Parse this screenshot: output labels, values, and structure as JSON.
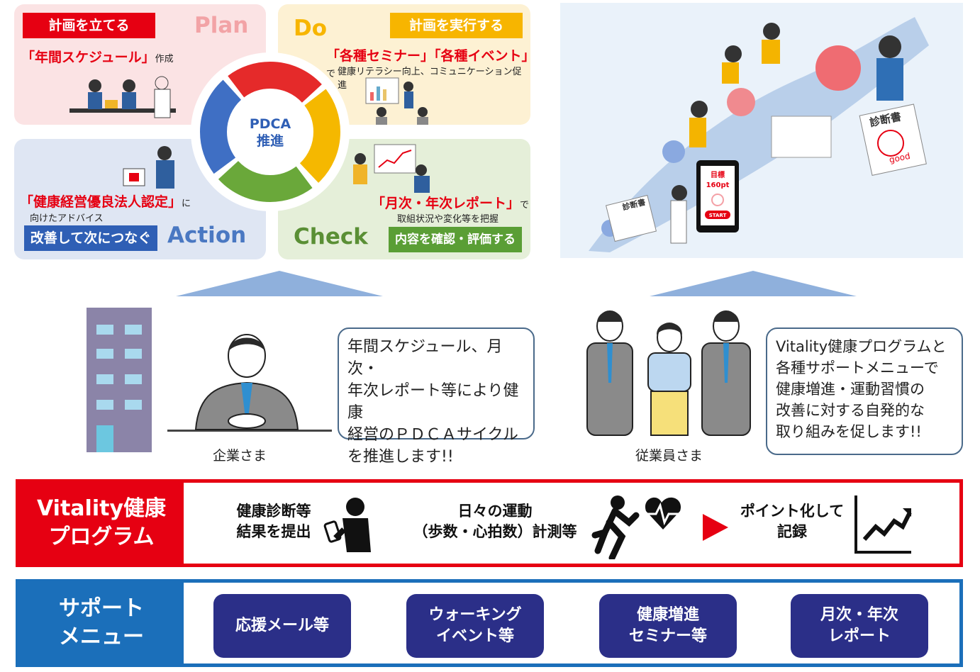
{
  "pdca": {
    "center": [
      "PDCA",
      "推進"
    ],
    "plan": {
      "word": "Plan",
      "tag": "計画を立てる",
      "line_red": "「年間スケジュール」",
      "line_suffix": "作成"
    },
    "do": {
      "word": "Do",
      "tag": "計画を実行する",
      "line_red": "「各種セミナー」「各種イベント」",
      "line_suffix": "で",
      "line2": "健康リテラシー向上、コミュニケーション促進"
    },
    "action": {
      "word": "Action",
      "tag": "改善して次につなぐ",
      "line_red": "「健康経営優良法人認定」",
      "line_suffix": "に",
      "line2": "向けたアドバイス"
    },
    "check": {
      "word": "Check",
      "tag": "内容を確認・評価する",
      "line_red": "「月次・年次レポート」",
      "line_suffix": "で",
      "line2": "取組状況や変化等を把握"
    }
  },
  "journey": {
    "phone_goal_label": "目標",
    "phone_goal_value": "160pt",
    "phone_start": "START",
    "doc_title": "診断書",
    "doc_stamp": "good"
  },
  "company": {
    "label": "企業さま",
    "bubble": [
      "年間スケジュール、月次・",
      "年次レポート等により健康",
      "経営のＰＤＣＡサイクル",
      "を推進します!!"
    ]
  },
  "employees": {
    "label": "従業員さま",
    "bubble": [
      "Vitality健康プログラムと",
      "各種サポートメニューで",
      "健康増進・運動習慣の",
      "改善に対する自発的な",
      "取り組みを促します!!"
    ]
  },
  "program": {
    "label": [
      "Vitality健康",
      "プログラム"
    ],
    "step1": [
      "健康診断等",
      "結果を提出"
    ],
    "step2": [
      "日々の運動",
      "（歩数・心拍数）計測等"
    ],
    "step3": [
      "ポイント化して",
      "記録"
    ]
  },
  "support": {
    "label": [
      "サポート",
      "メニュー"
    ],
    "items": [
      [
        "応援メール等"
      ],
      [
        "ウォーキング",
        "イベント等"
      ],
      [
        "健康増進",
        "セミナー等"
      ],
      [
        "月次・年次",
        "レポート"
      ]
    ]
  },
  "colors": {
    "red": "#e60012",
    "blue": "#1b6fba",
    "navy": "#2b2f88",
    "plan_word": "#f2a3a6",
    "do_word": "#f7b500",
    "action_word": "#4a78c2",
    "check_word": "#5a8f35"
  }
}
